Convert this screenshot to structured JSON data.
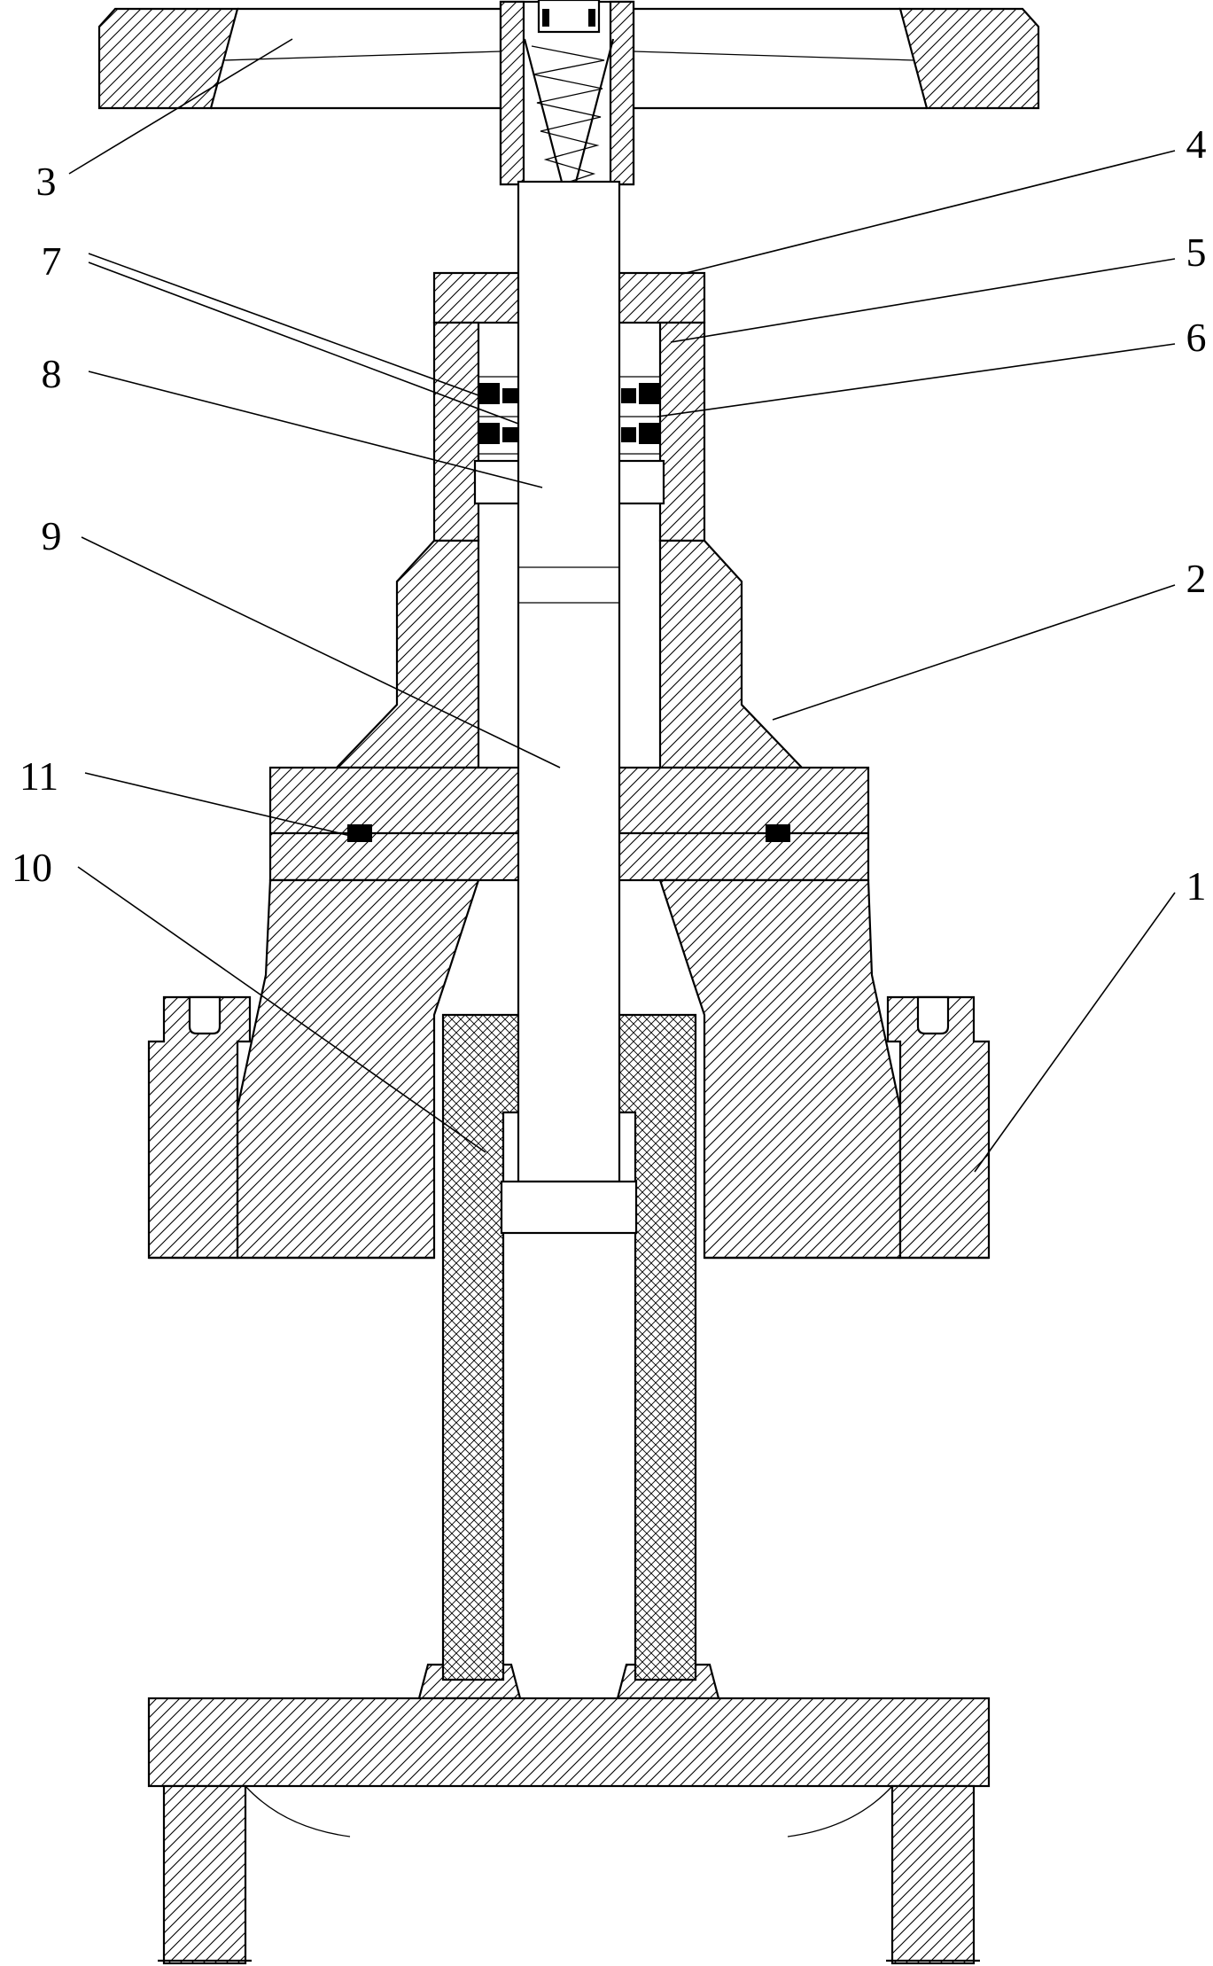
{
  "figure": {
    "kind": "patent-style cross-section line drawing of a gate valve",
    "paper_color": "#ffffff",
    "ink_color": "#000000",
    "callouts": [
      {
        "ref": "1"
      },
      {
        "ref": "2"
      },
      {
        "ref": "3"
      },
      {
        "ref": "4"
      },
      {
        "ref": "5"
      },
      {
        "ref": "6"
      },
      {
        "ref": "7"
      },
      {
        "ref": "8"
      },
      {
        "ref": "9"
      },
      {
        "ref": "10"
      },
      {
        "ref": "11"
      }
    ]
  }
}
